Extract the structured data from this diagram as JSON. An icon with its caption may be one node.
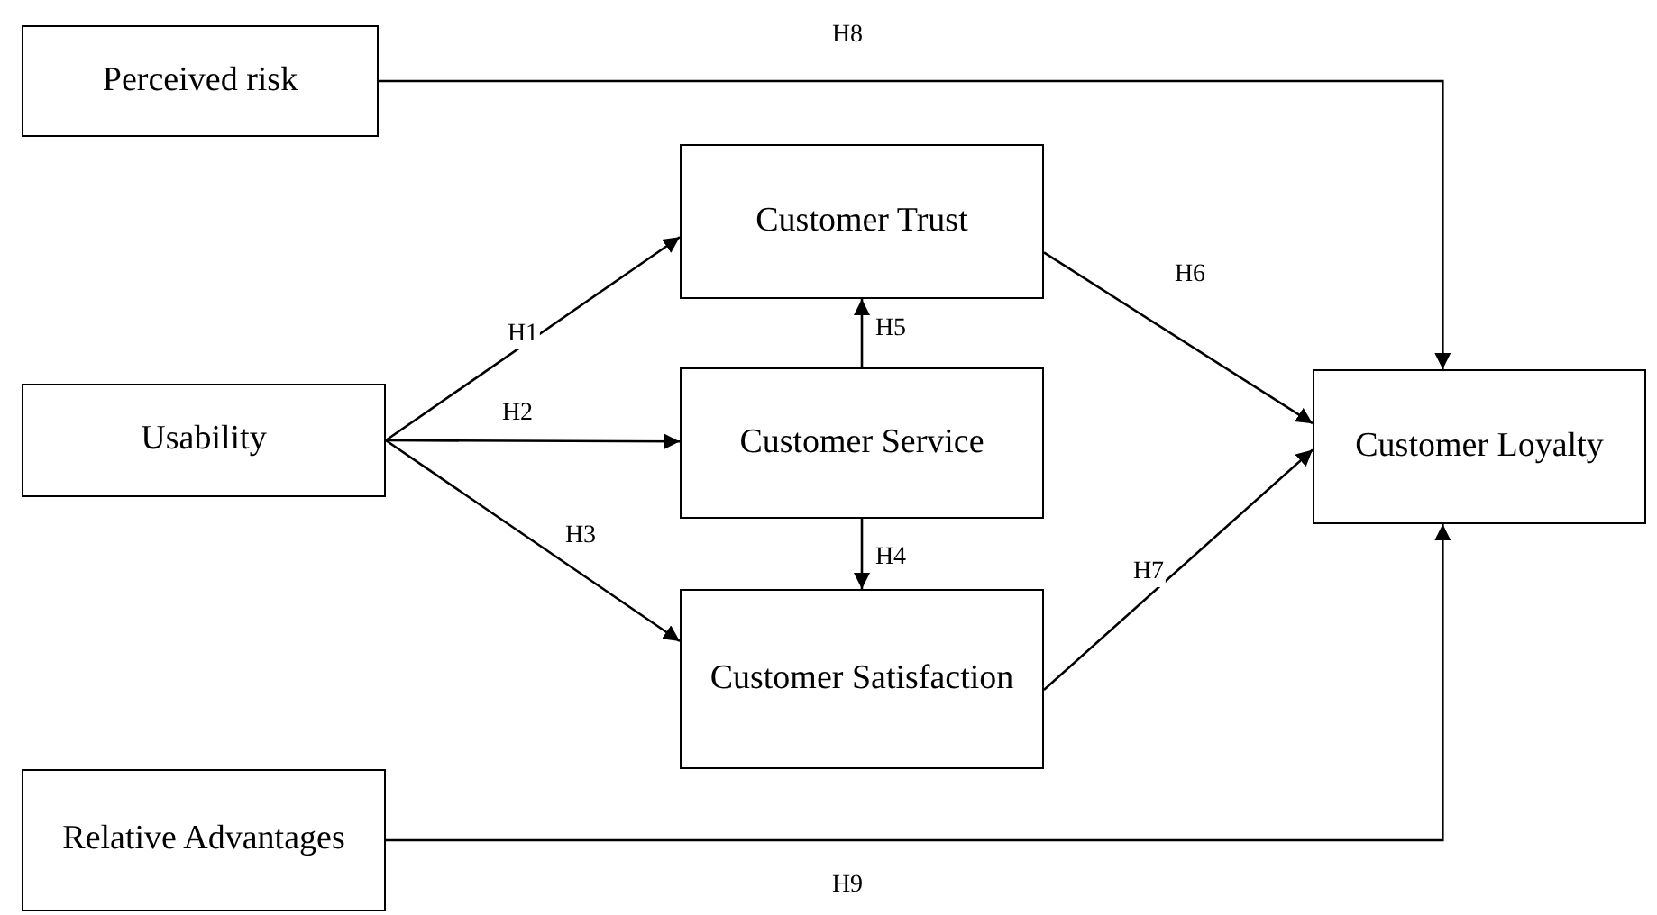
{
  "diagram": {
    "nodes": [
      {
        "text": [
          "Perceived risk"
        ]
      },
      {
        "text": [
          "Customer Trust"
        ]
      },
      {
        "text": [
          "Usability"
        ]
      },
      {
        "text": [
          "Customer Service"
        ]
      },
      {
        "text": [
          "Customer Loyalty"
        ]
      },
      {
        "text": [
          "Customer Satisfaction"
        ]
      },
      {
        "text": [
          "Relative Advantages"
        ]
      }
    ],
    "edges": [
      {
        "from": 2,
        "to": 1,
        "arrow": "to",
        "label": "H1"
      },
      {
        "from": 2,
        "to": 3,
        "arrow": "to",
        "label": "H2"
      },
      {
        "from": 2,
        "to": 5,
        "arrow": "to",
        "label": "H3"
      },
      {
        "from": 3,
        "to": 1,
        "arrow": "to",
        "label": "H5"
      },
      {
        "from": 3,
        "to": 5,
        "arrow": "to",
        "label": "H4"
      },
      {
        "from": 1,
        "to": 4,
        "arrow": "to",
        "label": "H6"
      },
      {
        "from": 5,
        "to": 4,
        "arrow": "to",
        "label": "H7"
      },
      {
        "from": 0,
        "to": 4,
        "arrow": "to",
        "label": "H8"
      },
      {
        "from": 6,
        "to": 4,
        "arrow": "to",
        "label": "H9"
      }
    ]
  }
}
